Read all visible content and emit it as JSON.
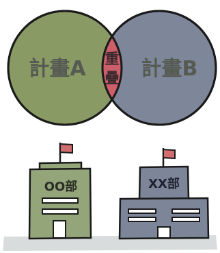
{
  "venn": {
    "left_label": "計畫A",
    "right_label": "計畫B",
    "overlap_label_top": "重",
    "overlap_label_bottom": "疊",
    "colors": {
      "left_fill": "#8a9a65",
      "right_fill": "#7d8799",
      "overlap_fill": "#cc5f6a",
      "label_text": "#555a52",
      "overlap_text": "#3b2a2e",
      "outline": "#1a1a1a"
    }
  },
  "buildings": {
    "left_sign": "OO部",
    "right_sign": "XX部",
    "colors": {
      "left_building": "#95a57a",
      "right_building": "#7d8599",
      "flag": "#d16c6f",
      "ground": "#d9dcdc"
    }
  }
}
